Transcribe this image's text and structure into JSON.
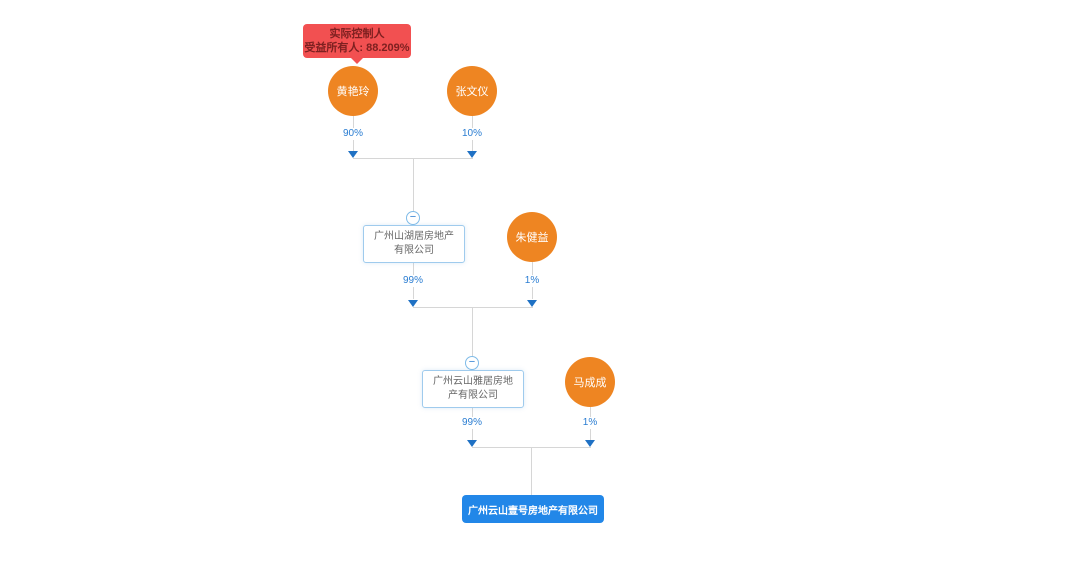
{
  "badge": {
    "line1": "实际控制人",
    "line2": "受益所有人: 88.209%"
  },
  "nodes": {
    "person_huang": "黄艳玲",
    "person_zhang": "张文仪",
    "person_zhu": "朱健益",
    "person_ma": "马成成",
    "company_shanhu": "广州山湖居房地产有限公司",
    "company_yunshan_yaju": "广州云山雅居房地产有限公司",
    "company_yunshan_yihao": "广州云山壹号房地产有限公司"
  },
  "edges": {
    "huang_to_shanhu": "90%",
    "zhang_to_shanhu": "10%",
    "shanhu_to_yaju": "99%",
    "zhu_to_yaju": "1%",
    "yaju_to_yihao": "99%",
    "ma_to_yihao": "1%"
  },
  "icons": {
    "collapse": "−"
  },
  "colors": {
    "person_node": "#ee8522",
    "percent_text": "#2a7dd2",
    "arrow": "#1f71c4",
    "connector_line": "#d6d6d6",
    "badge_bg": "#f25051",
    "badge_text": "#7e2020",
    "company_border": "#9fcbed",
    "company_text": "#666666",
    "collapse_border": "#7fbbe8",
    "highlight_company_bg": "#2287e8",
    "highlight_company_text": "#ffffff",
    "canvas_bg": "#ffffff"
  }
}
